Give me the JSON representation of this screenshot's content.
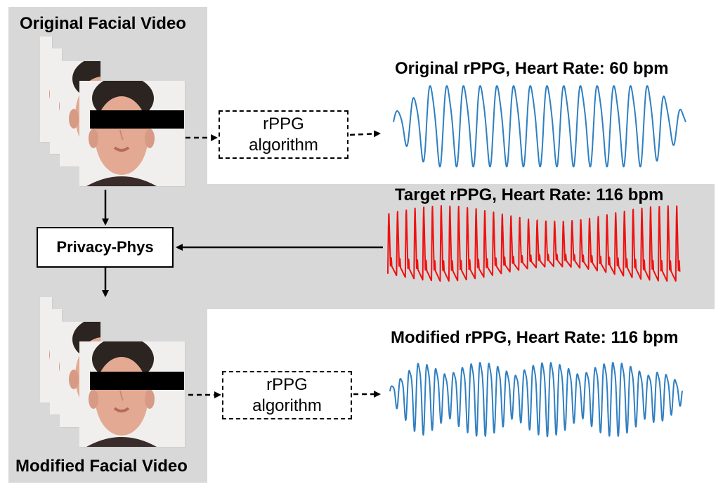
{
  "labels": {
    "original_video": "Original Facial Video",
    "modified_video": "Modified Facial Video",
    "privacy_phys": "Privacy-Phys",
    "rppg_algo_top_line1": "rPPG",
    "rppg_algo_top_line2": "algorithm",
    "rppg_algo_bottom_line1": "rPPG",
    "rppg_algo_bottom_line2": "algorithm",
    "original_rppg": "Original rPPG, Heart Rate: 60 bpm",
    "target_rppg": "Target rPPG, Heart Rate:  116 bpm",
    "modified_rppg": "Modified rPPG, Heart Rate:  116 bpm"
  },
  "colors": {
    "panel_gray": "#d8d8d8",
    "original_wave": "#2f7fc1",
    "target_wave": "#ee1111",
    "modified_wave": "#2f7fc1"
  },
  "icons": {
    "face_frame": "face-photo-icon",
    "eye_bar": "censor-bar-icon"
  }
}
